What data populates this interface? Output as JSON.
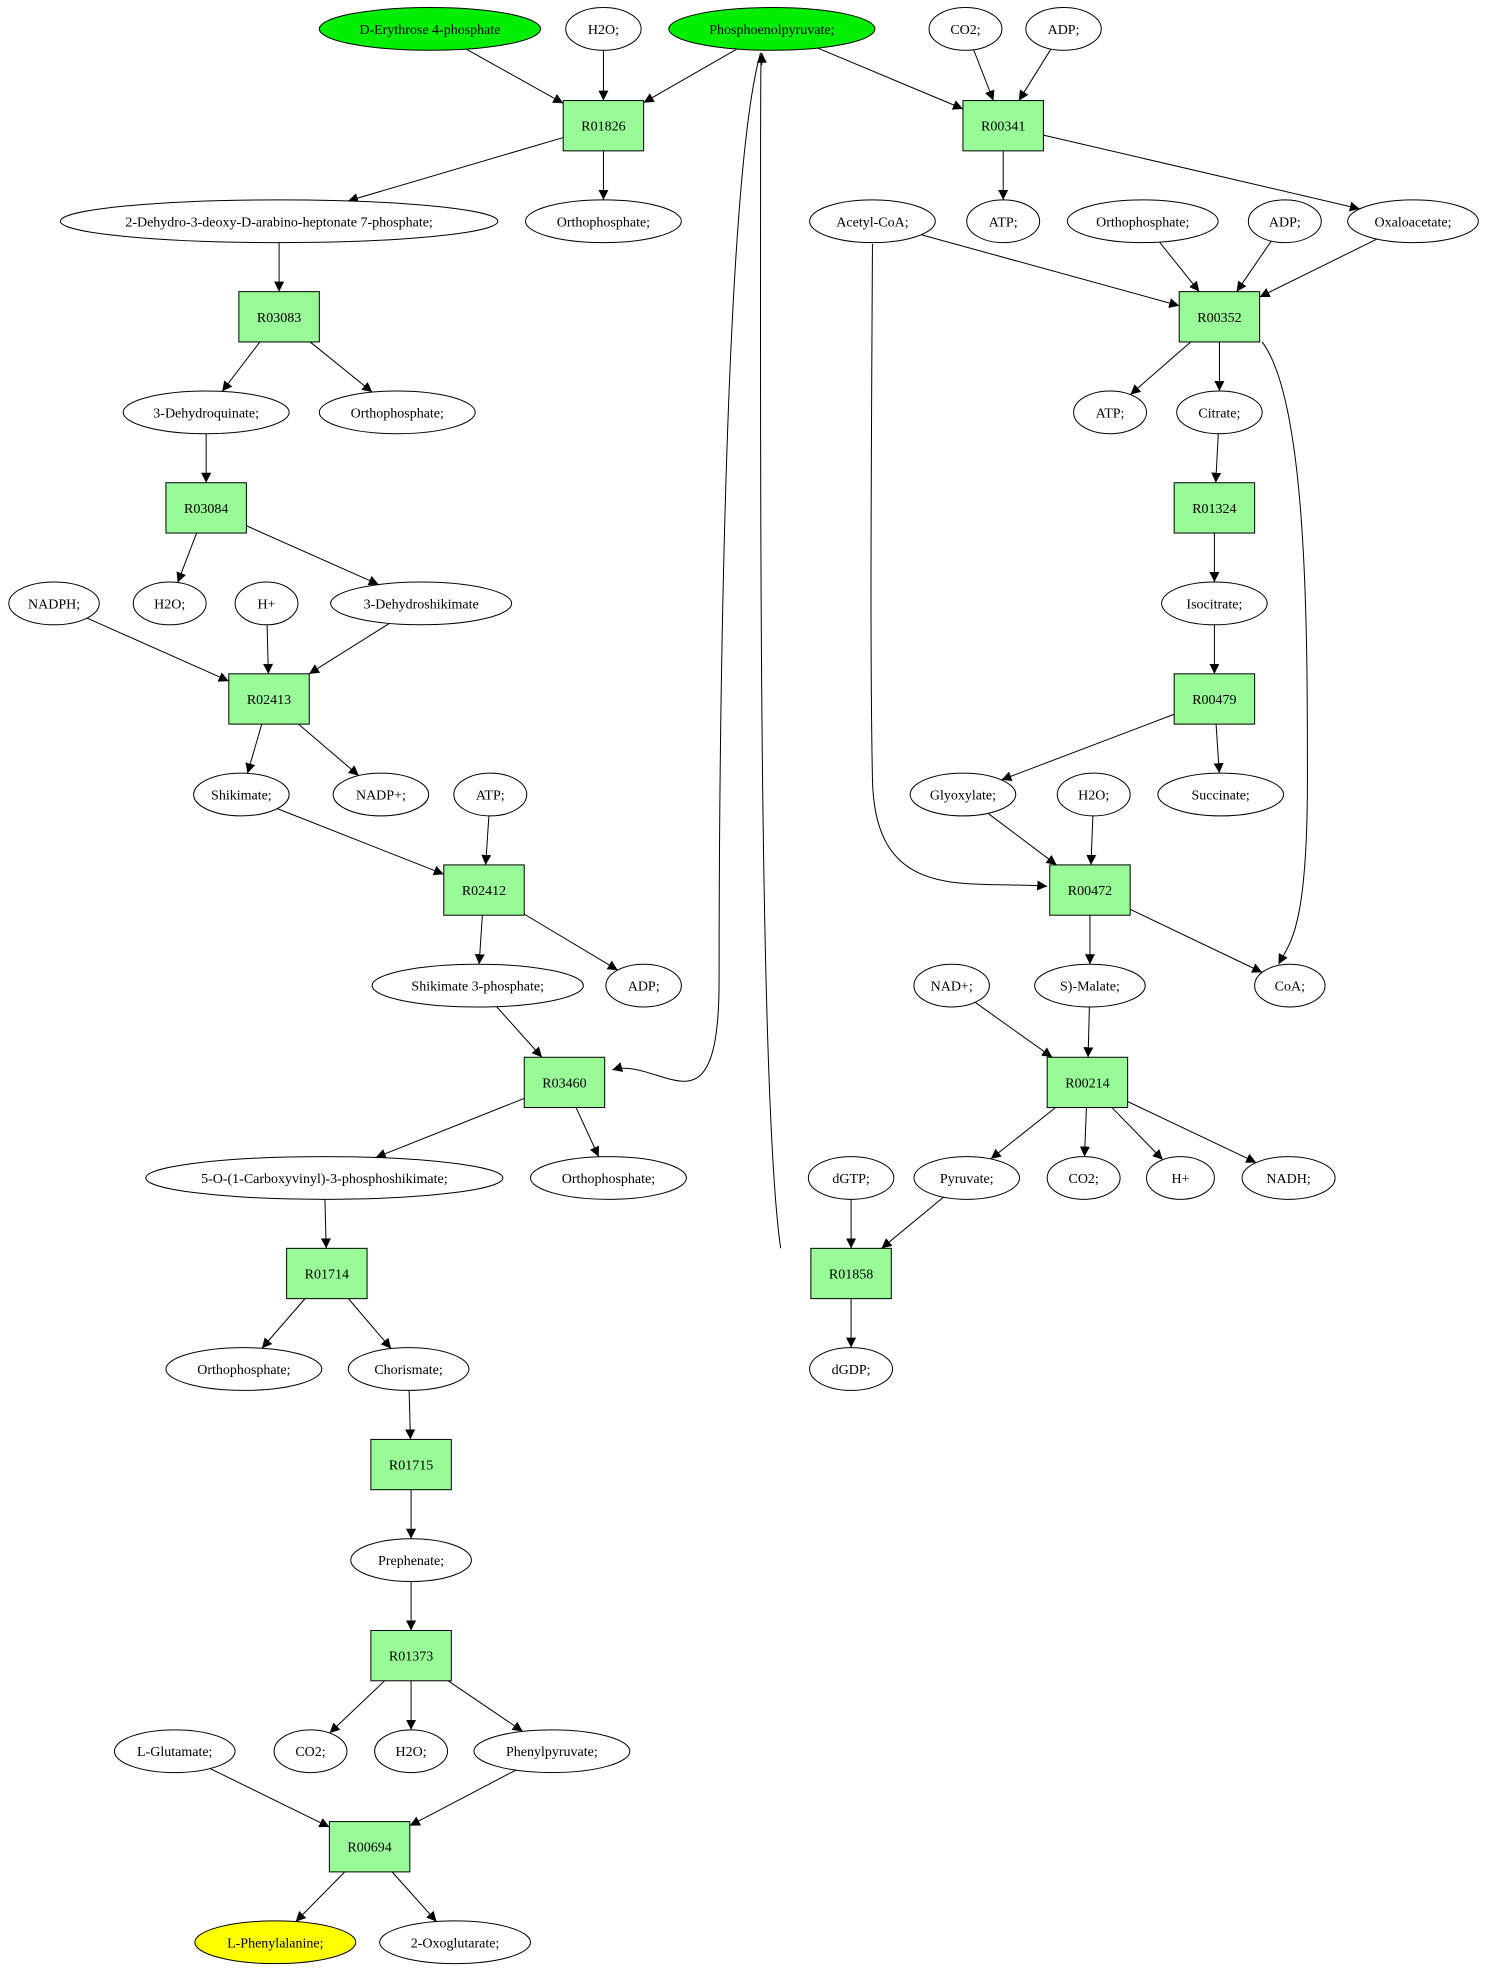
{
  "colors": {
    "reaction": "#98fb98",
    "start_compound": "#00ee00",
    "target_compound": "#ffff00",
    "compound": "#ffffff",
    "stroke": "#000000"
  },
  "nodes": [
    {
      "id": "ery4p",
      "label": "D-Erythrose 4-phosphate",
      "kind": "compound",
      "fill": "start_compound"
    },
    {
      "id": "h2o_1",
      "label": "H2O;",
      "kind": "compound"
    },
    {
      "id": "pep",
      "label": "Phosphoenolpyruvate;",
      "kind": "compound",
      "fill": "start_compound"
    },
    {
      "id": "co2_1",
      "label": "CO2;",
      "kind": "compound"
    },
    {
      "id": "adp_1",
      "label": "ADP;",
      "kind": "compound"
    },
    {
      "id": "R01826",
      "label": "R01826",
      "kind": "reaction"
    },
    {
      "id": "R00341",
      "label": "R00341",
      "kind": "reaction"
    },
    {
      "id": "dahp",
      "label": "2-Dehydro-3-deoxy-D-arabino-heptonate 7-phosphate;",
      "kind": "compound"
    },
    {
      "id": "pi_1",
      "label": "Orthophosphate;",
      "kind": "compound"
    },
    {
      "id": "accoa",
      "label": "Acetyl-CoA;",
      "kind": "compound"
    },
    {
      "id": "atp_1",
      "label": "ATP;",
      "kind": "compound"
    },
    {
      "id": "pi_2",
      "label": "Orthophosphate;",
      "kind": "compound"
    },
    {
      "id": "adp_2",
      "label": "ADP;",
      "kind": "compound"
    },
    {
      "id": "oaa",
      "label": "Oxaloacetate;",
      "kind": "compound"
    },
    {
      "id": "R03083",
      "label": "R03083",
      "kind": "reaction"
    },
    {
      "id": "R00352",
      "label": "R00352",
      "kind": "reaction"
    },
    {
      "id": "dhq",
      "label": "3-Dehydroquinate;",
      "kind": "compound"
    },
    {
      "id": "pi_3",
      "label": "Orthophosphate;",
      "kind": "compound"
    },
    {
      "id": "atp_2",
      "label": "ATP;",
      "kind": "compound"
    },
    {
      "id": "citrate",
      "label": "Citrate;",
      "kind": "compound"
    },
    {
      "id": "R03084",
      "label": "R03084",
      "kind": "reaction"
    },
    {
      "id": "R01324",
      "label": "R01324",
      "kind": "reaction"
    },
    {
      "id": "nadph",
      "label": "NADPH;",
      "kind": "compound"
    },
    {
      "id": "h2o_2",
      "label": "H2O;",
      "kind": "compound"
    },
    {
      "id": "hplus_1",
      "label": "H+",
      "kind": "compound"
    },
    {
      "id": "dhs",
      "label": "3-Dehydroshikimate",
      "kind": "compound"
    },
    {
      "id": "isocitrate",
      "label": "Isocitrate;",
      "kind": "compound"
    },
    {
      "id": "R02413",
      "label": "R02413",
      "kind": "reaction"
    },
    {
      "id": "R00479",
      "label": "R00479",
      "kind": "reaction"
    },
    {
      "id": "shikimate",
      "label": "Shikimate;",
      "kind": "compound"
    },
    {
      "id": "nadpplus",
      "label": "NADP+;",
      "kind": "compound"
    },
    {
      "id": "atp_3",
      "label": "ATP;",
      "kind": "compound"
    },
    {
      "id": "glyoxylate",
      "label": "Glyoxylate;",
      "kind": "compound"
    },
    {
      "id": "h2o_3",
      "label": "H2O;",
      "kind": "compound"
    },
    {
      "id": "succinate",
      "label": "Succinate;",
      "kind": "compound"
    },
    {
      "id": "R02412",
      "label": "R02412",
      "kind": "reaction"
    },
    {
      "id": "R00472",
      "label": "R00472",
      "kind": "reaction"
    },
    {
      "id": "s3p",
      "label": "Shikimate 3-phosphate;",
      "kind": "compound"
    },
    {
      "id": "adp_3",
      "label": "ADP;",
      "kind": "compound"
    },
    {
      "id": "nadplus",
      "label": "NAD+;",
      "kind": "compound"
    },
    {
      "id": "malate",
      "label": "S)-Malate;",
      "kind": "compound"
    },
    {
      "id": "coa",
      "label": "CoA;",
      "kind": "compound"
    },
    {
      "id": "R03460",
      "label": "R03460",
      "kind": "reaction"
    },
    {
      "id": "R00214",
      "label": "R00214",
      "kind": "reaction"
    },
    {
      "id": "epsp",
      "label": "5-O-(1-Carboxyvinyl)-3-phosphoshikimate;",
      "kind": "compound"
    },
    {
      "id": "pi_4",
      "label": "Orthophosphate;",
      "kind": "compound"
    },
    {
      "id": "dgtp",
      "label": "dGTP;",
      "kind": "compound"
    },
    {
      "id": "pyruvate",
      "label": "Pyruvate;",
      "kind": "compound"
    },
    {
      "id": "co2_2",
      "label": "CO2;",
      "kind": "compound"
    },
    {
      "id": "hplus_2",
      "label": "H+",
      "kind": "compound"
    },
    {
      "id": "nadh",
      "label": "NADH;",
      "kind": "compound"
    },
    {
      "id": "R01714",
      "label": "R01714",
      "kind": "reaction"
    },
    {
      "id": "R01858",
      "label": "R01858",
      "kind": "reaction"
    },
    {
      "id": "pi_5",
      "label": "Orthophosphate;",
      "kind": "compound"
    },
    {
      "id": "chorismate",
      "label": "Chorismate;",
      "kind": "compound"
    },
    {
      "id": "dgdp",
      "label": "dGDP;",
      "kind": "compound"
    },
    {
      "id": "R01715",
      "label": "R01715",
      "kind": "reaction"
    },
    {
      "id": "prephenate",
      "label": "Prephenate;",
      "kind": "compound"
    },
    {
      "id": "R01373",
      "label": "R01373",
      "kind": "reaction"
    },
    {
      "id": "glutamate",
      "label": "L-Glutamate;",
      "kind": "compound"
    },
    {
      "id": "co2_3",
      "label": "CO2;",
      "kind": "compound"
    },
    {
      "id": "h2o_4",
      "label": "H2O;",
      "kind": "compound"
    },
    {
      "id": "phenylpyruvate",
      "label": "Phenylpyruvate;",
      "kind": "compound"
    },
    {
      "id": "R00694",
      "label": "R00694",
      "kind": "reaction"
    },
    {
      "id": "phe",
      "label": "L-Phenylalanine;",
      "kind": "compound",
      "fill": "target_compound"
    },
    {
      "id": "oxoglutarate",
      "label": "2-Oxoglutarate;",
      "kind": "compound"
    }
  ],
  "edges": [
    [
      "ery4p",
      "R01826"
    ],
    [
      "h2o_1",
      "R01826"
    ],
    [
      "pep",
      "R01826"
    ],
    [
      "R01826",
      "dahp"
    ],
    [
      "R01826",
      "pi_1"
    ],
    [
      "pep",
      "R00341"
    ],
    [
      "co2_1",
      "R00341"
    ],
    [
      "adp_1",
      "R00341"
    ],
    [
      "R00341",
      "atp_1"
    ],
    [
      "R00341",
      "oaa"
    ],
    [
      "dahp",
      "R03083"
    ],
    [
      "R03083",
      "dhq"
    ],
    [
      "R03083",
      "pi_3"
    ],
    [
      "dhq",
      "R03084"
    ],
    [
      "R03084",
      "h2o_2"
    ],
    [
      "R03084",
      "dhs"
    ],
    [
      "nadph",
      "R02413"
    ],
    [
      "hplus_1",
      "R02413"
    ],
    [
      "dhs",
      "R02413"
    ],
    [
      "R02413",
      "shikimate"
    ],
    [
      "R02413",
      "nadpplus"
    ],
    [
      "shikimate",
      "R02412"
    ],
    [
      "atp_3",
      "R02412"
    ],
    [
      "R02412",
      "s3p"
    ],
    [
      "R02412",
      "adp_3"
    ],
    [
      "s3p",
      "R03460"
    ],
    [
      "pep",
      "R03460"
    ],
    [
      "R03460",
      "epsp"
    ],
    [
      "R03460",
      "pi_4"
    ],
    [
      "epsp",
      "R01714"
    ],
    [
      "R01714",
      "pi_5"
    ],
    [
      "R01714",
      "chorismate"
    ],
    [
      "chorismate",
      "R01715"
    ],
    [
      "R01715",
      "prephenate"
    ],
    [
      "prephenate",
      "R01373"
    ],
    [
      "R01373",
      "co2_3"
    ],
    [
      "R01373",
      "h2o_4"
    ],
    [
      "R01373",
      "phenylpyruvate"
    ],
    [
      "glutamate",
      "R00694"
    ],
    [
      "phenylpyruvate",
      "R00694"
    ],
    [
      "R00694",
      "phe"
    ],
    [
      "R00694",
      "oxoglutarate"
    ],
    [
      "accoa",
      "R00352"
    ],
    [
      "pi_2",
      "R00352"
    ],
    [
      "adp_2",
      "R00352"
    ],
    [
      "oaa",
      "R00352"
    ],
    [
      "R00352",
      "atp_2"
    ],
    [
      "R00352",
      "citrate"
    ],
    [
      "R00352",
      "coa"
    ],
    [
      "citrate",
      "R01324"
    ],
    [
      "R01324",
      "isocitrate"
    ],
    [
      "isocitrate",
      "R00479"
    ],
    [
      "R00479",
      "glyoxylate"
    ],
    [
      "R00479",
      "succinate"
    ],
    [
      "glyoxylate",
      "R00472"
    ],
    [
      "h2o_3",
      "R00472"
    ],
    [
      "accoa",
      "R00472"
    ],
    [
      "R00472",
      "malate"
    ],
    [
      "R00472",
      "coa"
    ],
    [
      "nadplus",
      "R00214"
    ],
    [
      "malate",
      "R00214"
    ],
    [
      "R00214",
      "pyruvate"
    ],
    [
      "R00214",
      "co2_2"
    ],
    [
      "R00214",
      "hplus_2"
    ],
    [
      "R00214",
      "nadh"
    ],
    [
      "dgtp",
      "R01858"
    ],
    [
      "pyruvate",
      "R01858"
    ],
    [
      "R01858",
      "dgdp"
    ],
    [
      "R01858",
      "pep"
    ]
  ]
}
